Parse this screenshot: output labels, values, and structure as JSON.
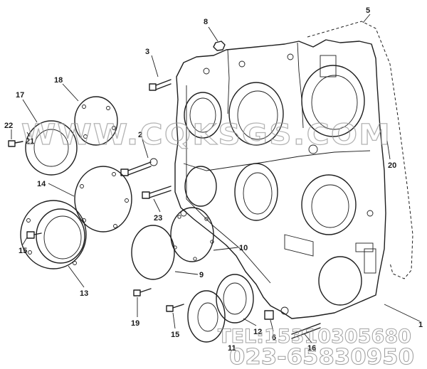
{
  "callouts": [
    "8",
    "5",
    "3",
    "18",
    "17",
    "2",
    "22",
    "21",
    "20",
    "14",
    "23",
    "10",
    "15",
    "13",
    "9",
    "19",
    "15",
    "12",
    "11",
    "6",
    "16",
    "1"
  ],
  "watermark": {
    "site": "WWW.CQKSGS.COM",
    "phone_line_1": "TEL:15310305680",
    "phone_line_2": "023-65830950"
  },
  "colors": {
    "ink": "#1e1e1e",
    "watermark": "#8a8a8a",
    "background": "#ffffff"
  }
}
